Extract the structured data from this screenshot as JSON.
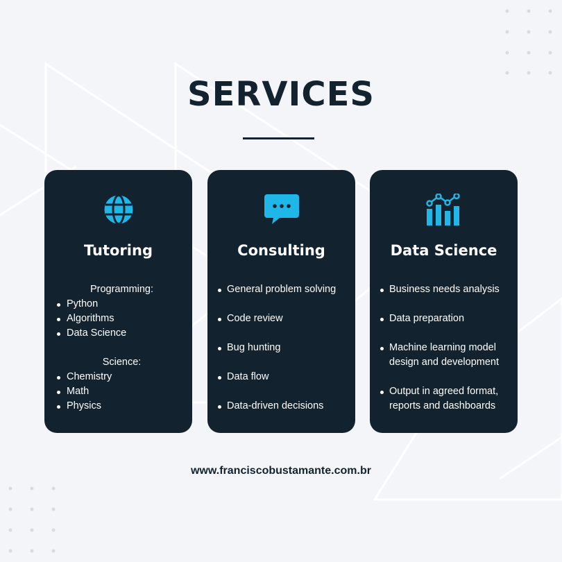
{
  "page": {
    "title": "SERVICES",
    "website": "www.franciscobustamante.com.br"
  },
  "colors": {
    "background": "#f3f5f9",
    "card": "#12222e",
    "accent": "#1fb6e8",
    "text_dark": "#12222e",
    "text_light": "#ffffff"
  },
  "cards": [
    {
      "title": "Tutoring",
      "icon": "globe-icon",
      "groups": [
        {
          "heading": "Programming:",
          "items": [
            "Python",
            "Algorithms",
            "Data Science"
          ]
        },
        {
          "heading": "Science:",
          "items": [
            "Chemistry",
            "Math",
            "Physics"
          ]
        }
      ]
    },
    {
      "title": "Consulting",
      "icon": "chat-bubble-icon",
      "items": [
        "General problem solving",
        "Code review",
        "Bug hunting",
        "Data flow",
        "Data-driven decisions"
      ]
    },
    {
      "title": "Data Science",
      "icon": "bar-chart-icon",
      "items": [
        "Business needs analysis",
        "Data preparation",
        "Machine learning model design and development",
        "Output in agreed format, reports and dashboards"
      ]
    }
  ]
}
